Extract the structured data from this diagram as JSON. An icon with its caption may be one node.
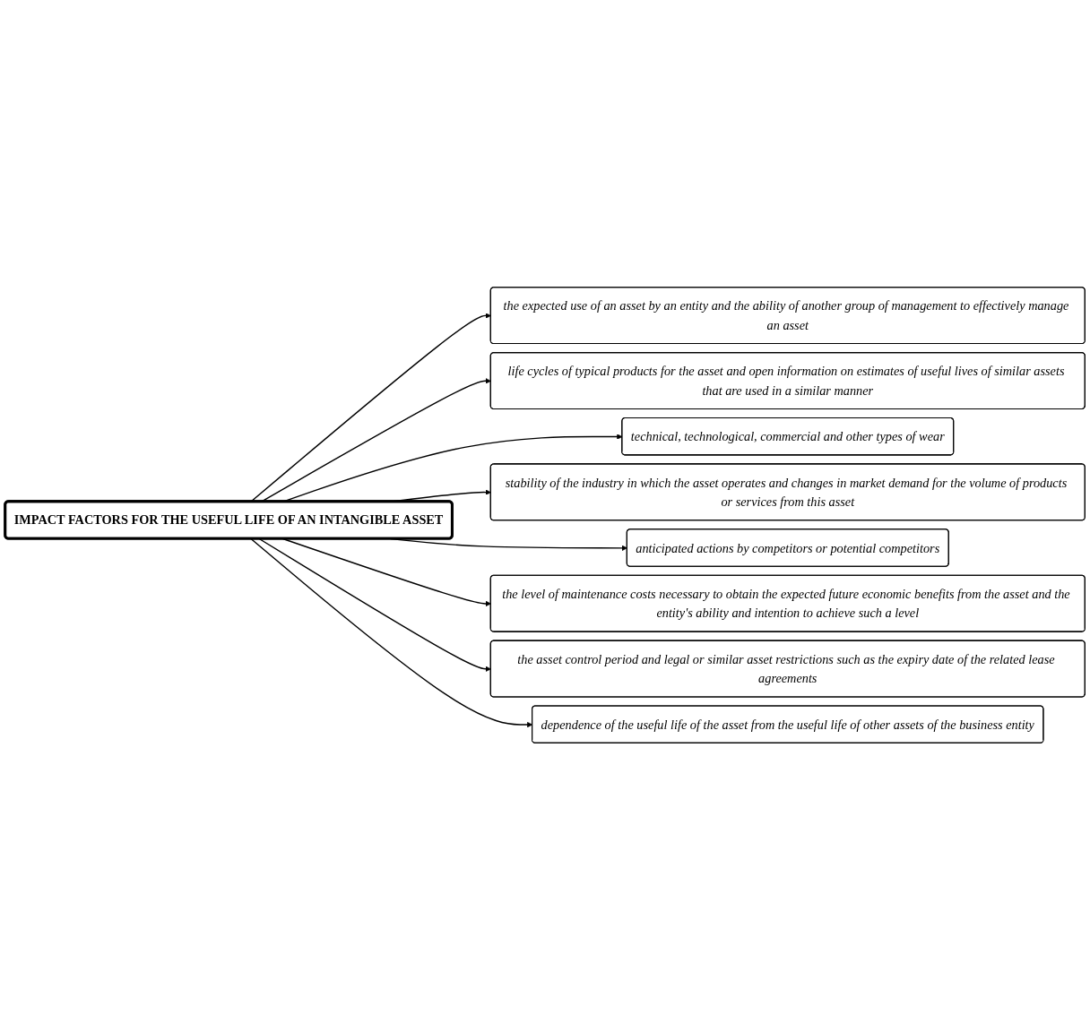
{
  "diagram": {
    "nodes": [
      {
        "text": [
          "IMPACT FACTORS FOR THE USEFUL LIFE OF AN INTANGIBLE ASSET"
        ]
      },
      {
        "text": [
          "the expected use of an asset by an entity and the ability of another group of management to effectively manage an asset"
        ]
      },
      {
        "text": [
          "life cycles of typical products for the asset and open information on estimates of useful lives of similar assets that are used in a similar manner"
        ]
      },
      {
        "text": [
          "technical, technological, commercial and other types of wear"
        ]
      },
      {
        "text": [
          "stability of the industry in which the asset operates and changes in market demand for the volume of products or services from this asset"
        ]
      },
      {
        "text": [
          "anticipated actions by competitors or potential competitors"
        ]
      },
      {
        "text": [
          "the level of maintenance costs necessary to obtain the expected future economic benefits from the asset and the entity's ability and intention to achieve such a level"
        ]
      },
      {
        "text": [
          "the asset control period and legal or similar asset restrictions such as the expiry date of the related lease agreements"
        ]
      },
      {
        "text": [
          "dependence of the useful life of the asset from the useful life of other assets of the business entity"
        ]
      }
    ],
    "edges": [
      {
        "from": 0,
        "to": 1,
        "arrow": "to"
      },
      {
        "from": 0,
        "to": 2,
        "arrow": "to"
      },
      {
        "from": 0,
        "to": 3,
        "arrow": "to"
      },
      {
        "from": 0,
        "to": 4,
        "arrow": "to"
      },
      {
        "from": 0,
        "to": 5,
        "arrow": "to"
      },
      {
        "from": 0,
        "to": 6,
        "arrow": "to"
      },
      {
        "from": 0,
        "to": 7,
        "arrow": "to"
      },
      {
        "from": 0,
        "to": 8,
        "arrow": "to"
      }
    ]
  }
}
